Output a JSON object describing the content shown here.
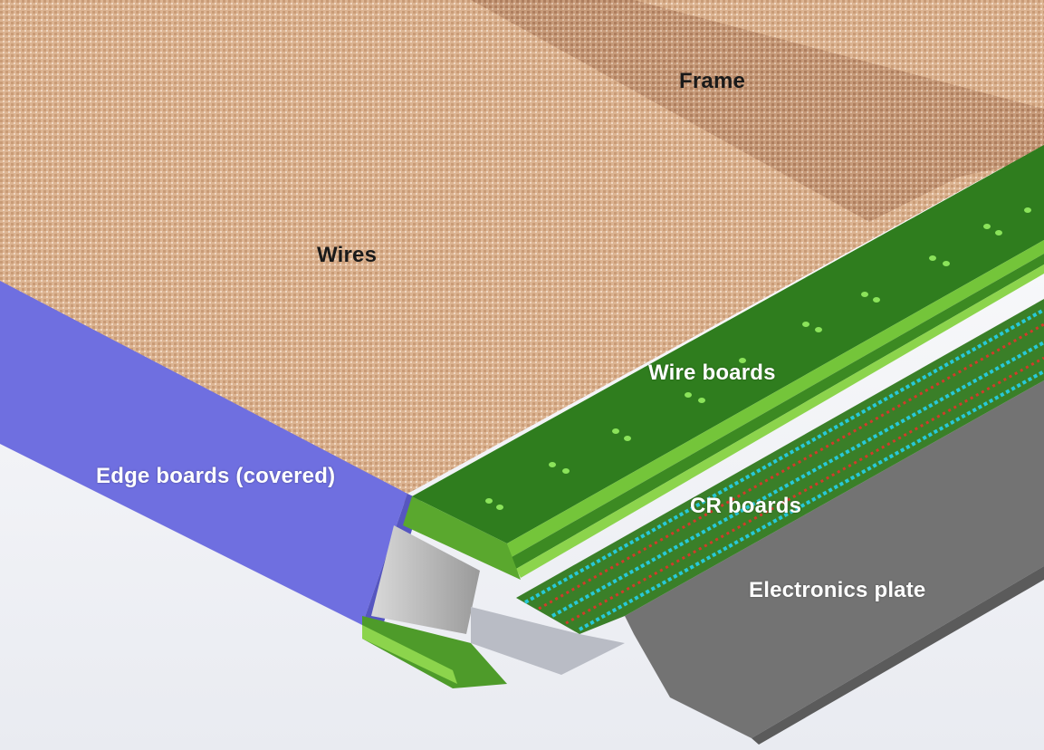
{
  "labels": {
    "frame": "Frame",
    "wires": "Wires",
    "wire_boards": "Wire boards",
    "edge_boards": "Edge boards (covered)",
    "cr_boards": "CR boards",
    "electronics_plate": "Electronics plate"
  },
  "colors": {
    "wire_mesh": "#d8b08c",
    "wire_mesh_dark": "#b98a66",
    "frame": "#b07f5c",
    "edge_board": "#6f6fe0",
    "wire_board": "#2f7d1e",
    "wire_board_light": "#74c53a",
    "cr_board": "#3a7f28",
    "cr_trace_cyan": "#27c9d8",
    "cr_trace_red": "#d23a2a",
    "electronics_plate": "#737373",
    "bracket": "#bdbdbd"
  }
}
